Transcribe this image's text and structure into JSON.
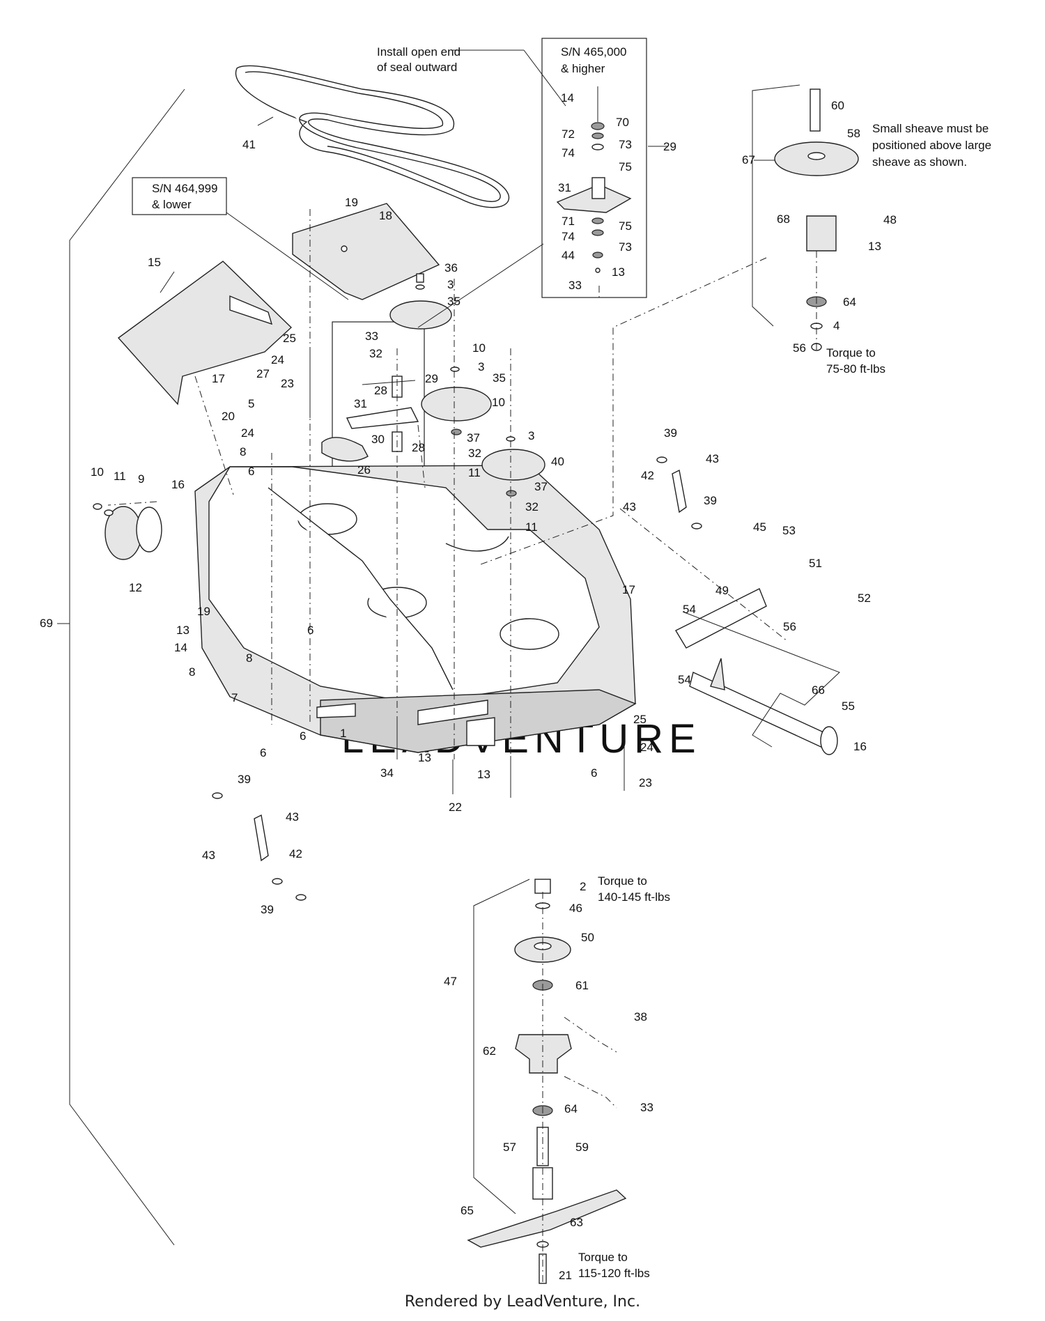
{
  "notes": {
    "seal": [
      "Install open end",
      "of seal outward"
    ],
    "sn_high": [
      "S/N 465,000",
      "& higher"
    ],
    "sn_low": [
      "S/N 464,999",
      "& lower"
    ],
    "sheave": [
      "Small sheave must be",
      "positioned above large",
      "sheave as shown."
    ],
    "torque_nut": [
      "Torque to",
      "75-80 ft-lbs"
    ],
    "torque_spindle": [
      "Torque to",
      "140-145 ft-lbs"
    ],
    "torque_blade": [
      "Torque to",
      "115-120 ft-lbs"
    ]
  },
  "watermark": "LEADVENTURE",
  "footer": "Rendered by LeadVenture, Inc.",
  "callouts": [
    {
      "id": "c41",
      "n": "41"
    },
    {
      "id": "c29a",
      "n": "29"
    },
    {
      "id": "c14a",
      "n": "14"
    },
    {
      "id": "c70",
      "n": "70"
    },
    {
      "id": "c72",
      "n": "72"
    },
    {
      "id": "c73a",
      "n": "73"
    },
    {
      "id": "c74a",
      "n": "74"
    },
    {
      "id": "c75a",
      "n": "75"
    },
    {
      "id": "c31a",
      "n": "31"
    },
    {
      "id": "c71",
      "n": "71"
    },
    {
      "id": "c75b",
      "n": "75"
    },
    {
      "id": "c74b",
      "n": "74"
    },
    {
      "id": "c73b",
      "n": "73"
    },
    {
      "id": "c44",
      "n": "44"
    },
    {
      "id": "c13a",
      "n": "13"
    },
    {
      "id": "c33a",
      "n": "33"
    },
    {
      "id": "c60",
      "n": "60"
    },
    {
      "id": "c58",
      "n": "58"
    },
    {
      "id": "c67",
      "n": "67"
    },
    {
      "id": "c68",
      "n": "68"
    },
    {
      "id": "c48",
      "n": "48"
    },
    {
      "id": "c13b",
      "n": "13"
    },
    {
      "id": "c64a",
      "n": "64"
    },
    {
      "id": "c4",
      "n": "4"
    },
    {
      "id": "c56a",
      "n": "56"
    },
    {
      "id": "c19a",
      "n": "19"
    },
    {
      "id": "c18",
      "n": "18"
    },
    {
      "id": "c15",
      "n": "15"
    },
    {
      "id": "c36",
      "n": "36"
    },
    {
      "id": "c3a",
      "n": "3"
    },
    {
      "id": "c35a",
      "n": "35"
    },
    {
      "id": "c33b",
      "n": "33"
    },
    {
      "id": "c32a",
      "n": "32"
    },
    {
      "id": "c25a",
      "n": "25"
    },
    {
      "id": "c24a",
      "n": "24"
    },
    {
      "id": "c17a",
      "n": "17"
    },
    {
      "id": "c10a",
      "n": "10"
    },
    {
      "id": "c3b",
      "n": "3"
    },
    {
      "id": "c35b",
      "n": "35"
    },
    {
      "id": "c29b",
      "n": "29"
    },
    {
      "id": "c28a",
      "n": "28"
    },
    {
      "id": "c27",
      "n": "27"
    },
    {
      "id": "c23a",
      "n": "23"
    },
    {
      "id": "c5",
      "n": "5"
    },
    {
      "id": "c31b",
      "n": "31"
    },
    {
      "id": "c20",
      "n": "20"
    },
    {
      "id": "c24b",
      "n": "24"
    },
    {
      "id": "c30",
      "n": "30"
    },
    {
      "id": "c28b",
      "n": "28"
    },
    {
      "id": "c8a",
      "n": "8"
    },
    {
      "id": "c10b",
      "n": "10"
    },
    {
      "id": "c3c",
      "n": "3"
    },
    {
      "id": "c37a",
      "n": "37"
    },
    {
      "id": "c32b",
      "n": "32"
    },
    {
      "id": "c40",
      "n": "40"
    },
    {
      "id": "c11a",
      "n": "11"
    },
    {
      "id": "c26",
      "n": "26"
    },
    {
      "id": "c37b",
      "n": "37"
    },
    {
      "id": "c32c",
      "n": "32"
    },
    {
      "id": "c11b",
      "n": "11"
    },
    {
      "id": "c39a",
      "n": "39"
    },
    {
      "id": "c43a",
      "n": "43"
    },
    {
      "id": "c42a",
      "n": "42"
    },
    {
      "id": "c43b",
      "n": "43"
    },
    {
      "id": "c39b",
      "n": "39"
    },
    {
      "id": "c10c",
      "n": "10"
    },
    {
      "id": "c11c",
      "n": "11"
    },
    {
      "id": "c9",
      "n": "9"
    },
    {
      "id": "c16a",
      "n": "16"
    },
    {
      "id": "c6a",
      "n": "6"
    },
    {
      "id": "c12",
      "n": "12"
    },
    {
      "id": "c45",
      "n": "45"
    },
    {
      "id": "c53",
      "n": "53"
    },
    {
      "id": "c51",
      "n": "51"
    },
    {
      "id": "c52",
      "n": "52"
    },
    {
      "id": "c17b",
      "n": "17"
    },
    {
      "id": "c49",
      "n": "49"
    },
    {
      "id": "c54a",
      "n": "54"
    },
    {
      "id": "c56b",
      "n": "56"
    },
    {
      "id": "c69",
      "n": "69"
    },
    {
      "id": "c19b",
      "n": "19"
    },
    {
      "id": "c13c",
      "n": "13"
    },
    {
      "id": "c14b",
      "n": "14"
    },
    {
      "id": "c6b",
      "n": "6"
    },
    {
      "id": "c8b",
      "n": "8"
    },
    {
      "id": "c8c",
      "n": "8"
    },
    {
      "id": "c54b",
      "n": "54"
    },
    {
      "id": "c66",
      "n": "66"
    },
    {
      "id": "c7",
      "n": "7"
    },
    {
      "id": "c6c",
      "n": "6"
    },
    {
      "id": "c6d",
      "n": "6"
    },
    {
      "id": "c1",
      "n": "1"
    },
    {
      "id": "c55",
      "n": "55"
    },
    {
      "id": "c25b",
      "n": "25"
    },
    {
      "id": "c24c",
      "n": "24"
    },
    {
      "id": "c16b",
      "n": "16"
    },
    {
      "id": "c34",
      "n": "34"
    },
    {
      "id": "c13d",
      "n": "13"
    },
    {
      "id": "c13e",
      "n": "13"
    },
    {
      "id": "c6e",
      "n": "6"
    },
    {
      "id": "c23b",
      "n": "23"
    },
    {
      "id": "c22",
      "n": "22"
    },
    {
      "id": "c39c",
      "n": "39"
    },
    {
      "id": "c43c",
      "n": "43"
    },
    {
      "id": "c42b",
      "n": "42"
    },
    {
      "id": "c43d",
      "n": "43"
    },
    {
      "id": "c39d",
      "n": "39"
    },
    {
      "id": "c2",
      "n": "2"
    },
    {
      "id": "c46",
      "n": "46"
    },
    {
      "id": "c50",
      "n": "50"
    },
    {
      "id": "c47",
      "n": "47"
    },
    {
      "id": "c61",
      "n": "61"
    },
    {
      "id": "c38",
      "n": "38"
    },
    {
      "id": "c62",
      "n": "62"
    },
    {
      "id": "c64b",
      "n": "64"
    },
    {
      "id": "c33c",
      "n": "33"
    },
    {
      "id": "c57",
      "n": "57"
    },
    {
      "id": "c59",
      "n": "59"
    },
    {
      "id": "c65",
      "n": "65"
    },
    {
      "id": "c63",
      "n": "63"
    },
    {
      "id": "c21",
      "n": "21"
    }
  ]
}
